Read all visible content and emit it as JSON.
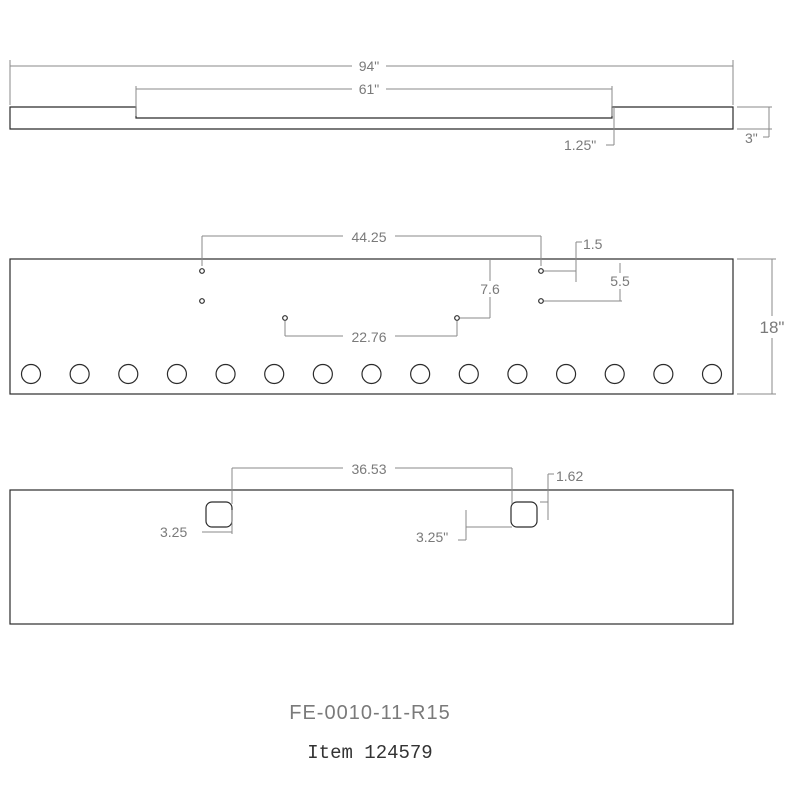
{
  "top_view": {
    "overall_length": "94\"",
    "inner_length": "61\"",
    "step_depth": "1.25\"",
    "thickness": "3\""
  },
  "front_view": {
    "hole_spacing_top": "44.25",
    "hole_offset_right": "1.5",
    "hole_vertical_right": "5.5",
    "hole_vertical_mid": "7.6",
    "hole_spacing_mid": "22.76",
    "height": "18\"",
    "light_hole_count": 15
  },
  "bottom_view": {
    "slot_spacing": "36.53",
    "slot_offset_right": "1.62",
    "slot_left_width": "3.25",
    "slot_right_width": "3.25\""
  },
  "title_block": {
    "part_number": "FE-0010-11-R15",
    "item": "Item 124579"
  }
}
